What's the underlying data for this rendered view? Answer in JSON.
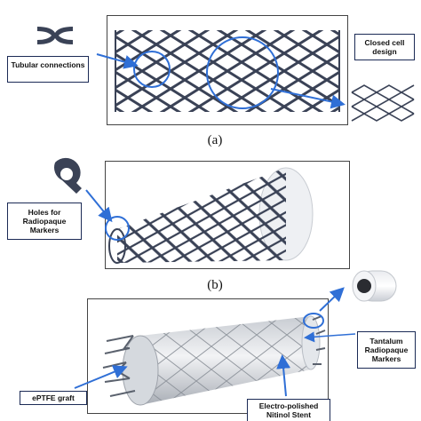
{
  "panels": [
    {
      "caption": "(a)"
    },
    {
      "caption": "(b)"
    },
    {
      "caption": ""
    }
  ],
  "labels": {
    "tubular_connections": "Tubular connections",
    "closed_cell_design": "Closed cell design",
    "holes_radiopaque": "Holes for Radiopaque Markers",
    "tantalum_markers": "Tantalum Radiopaque Markers",
    "eptfe_graft": "ePTFE graft",
    "nitinol_stent": "Electro-polished Nitinol Stent"
  },
  "colors": {
    "stent_strut": "#3a4256",
    "highlight_circle": "#2f6fd6",
    "arrow": "#2f6fd6",
    "callout_border": "#1b2a55",
    "graft": "#d9dde2"
  },
  "icons": [
    "tubular-connector-icon",
    "stent-mesh-icon",
    "marker-hole-icon",
    "tantalum-marker-icon"
  ]
}
